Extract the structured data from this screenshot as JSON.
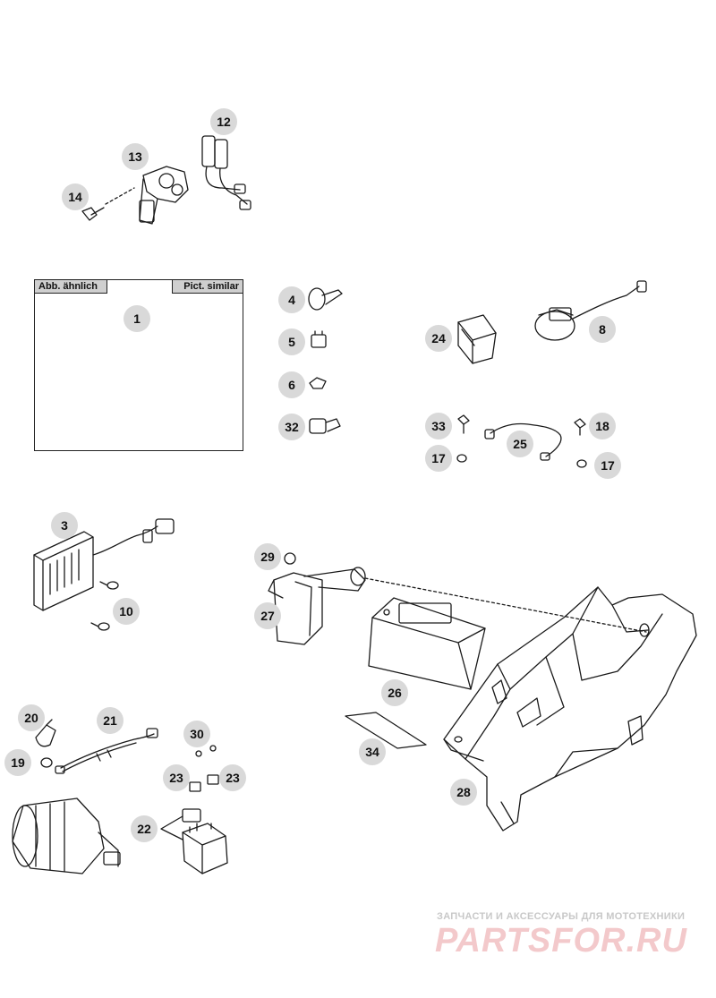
{
  "diagram": {
    "box_labels": {
      "left": "Abb. ähnlich",
      "right": "Pict. similar"
    },
    "callouts": {
      "c12": "12",
      "c13": "13",
      "c14": "14",
      "c1": "1",
      "c4": "4",
      "c5": "5",
      "c6": "6",
      "c32": "32",
      "c24": "24",
      "c8": "8",
      "c33": "33",
      "c25": "25",
      "c18": "18",
      "c17a": "17",
      "c17b": "17",
      "c3": "3",
      "c10": "10",
      "c29": "29",
      "c27": "27",
      "c26": "26",
      "c34": "34",
      "c28": "28",
      "c20": "20",
      "c21": "21",
      "c19": "19",
      "c30": "30",
      "c23a": "23",
      "c23b": "23",
      "c22": "22"
    }
  },
  "watermark": {
    "tagline": "ЗАПЧАСТИ И АКСЕССУАРЫ ДЛЯ МОТОТЕХНИКИ",
    "brand": "PARTSFOR.RU",
    "color": "#f3c9cb"
  }
}
